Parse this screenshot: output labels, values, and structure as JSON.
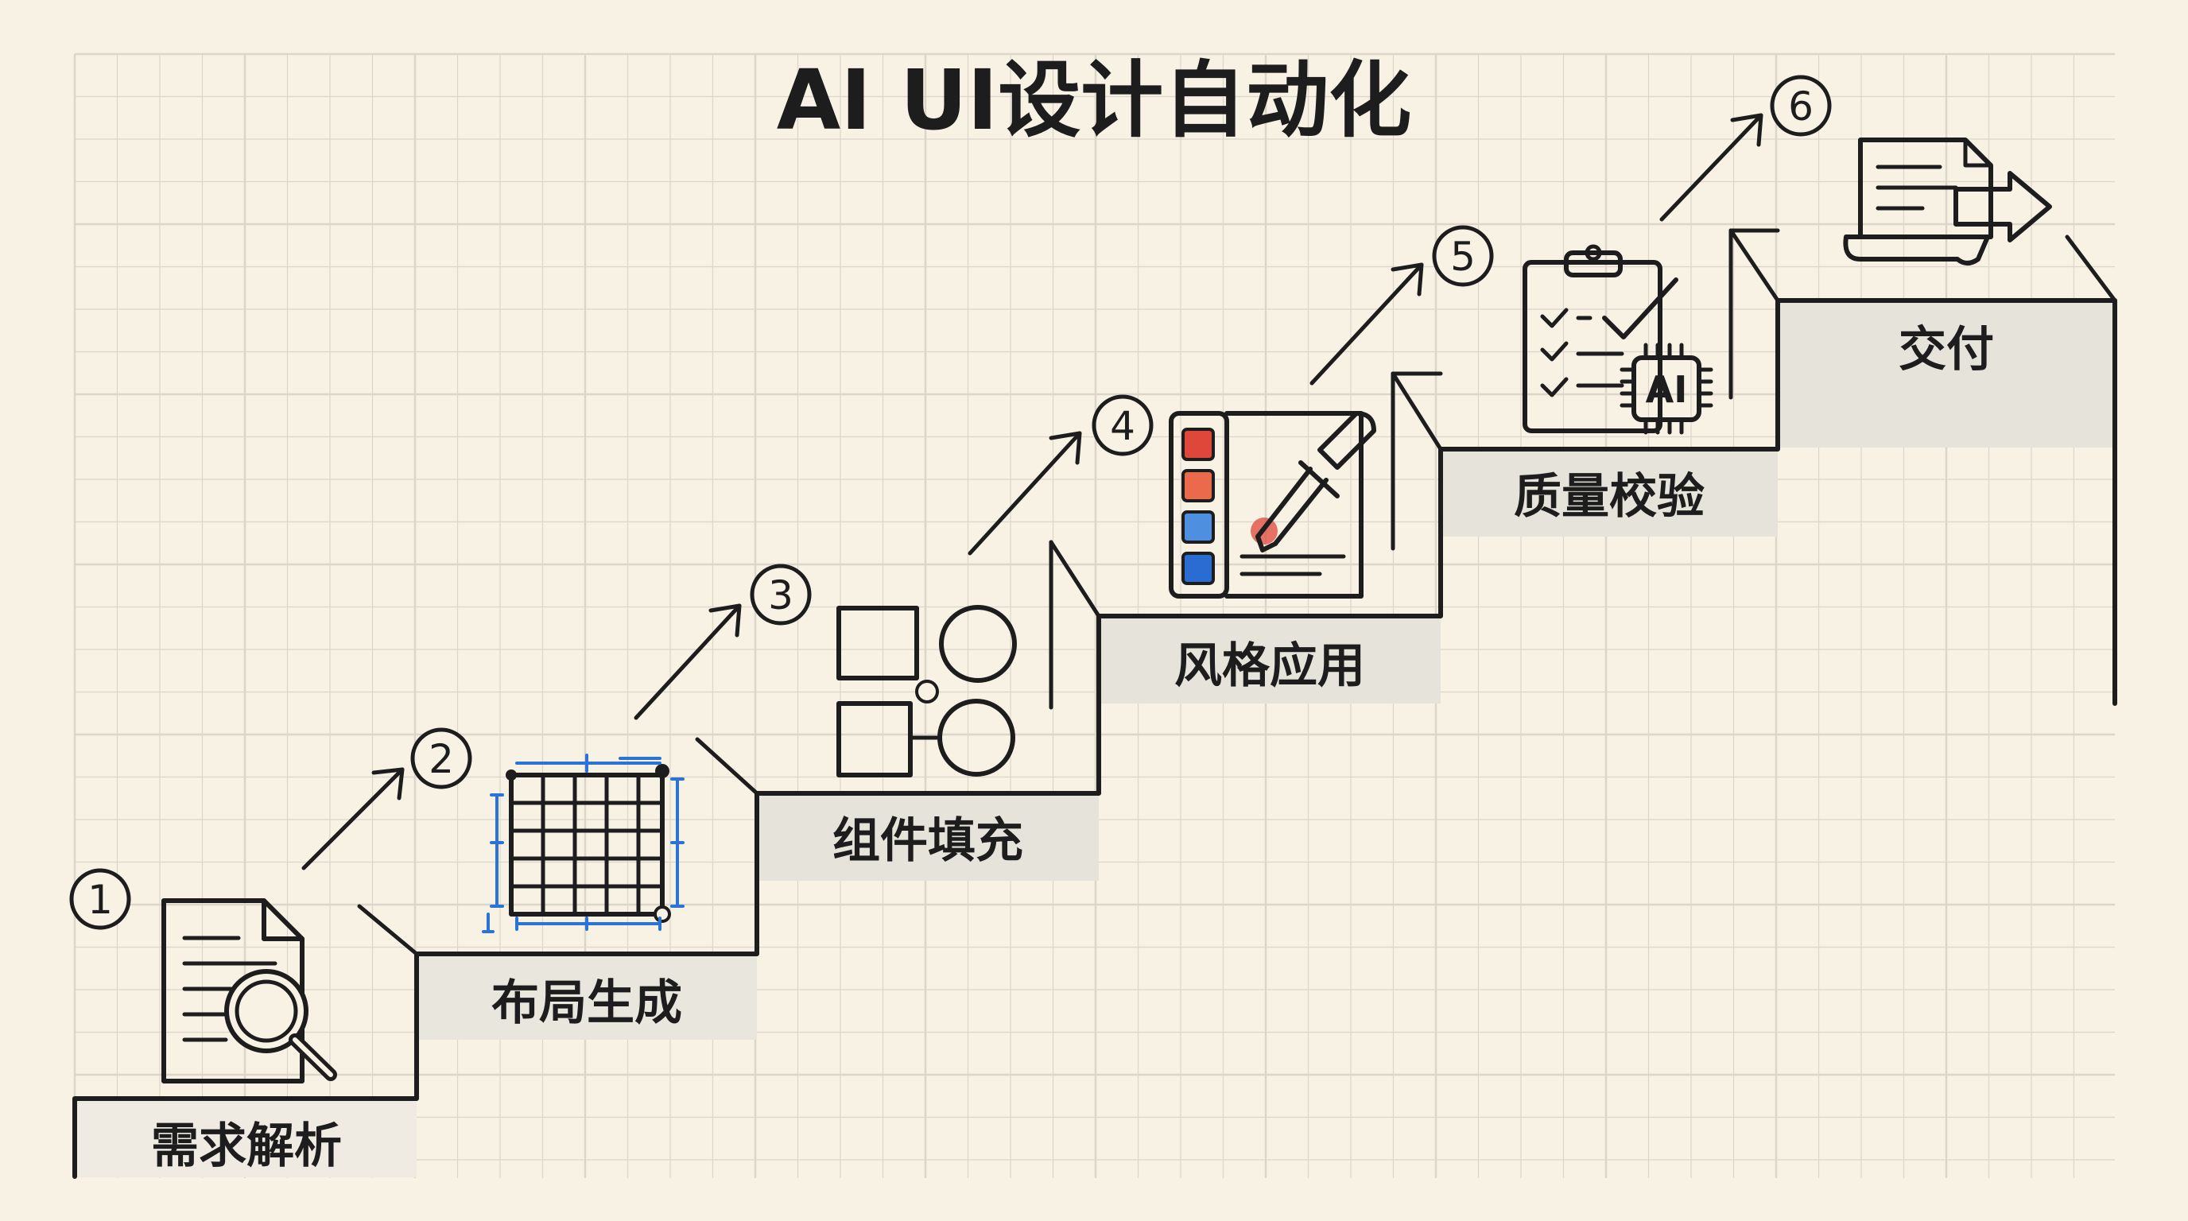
{
  "title": "AI UI设计自动化",
  "steps": [
    {
      "number": "1",
      "label": "需求解析",
      "icon": "document-magnifier-icon"
    },
    {
      "number": "2",
      "label": "布局生成",
      "icon": "layout-grid-icon"
    },
    {
      "number": "3",
      "label": "组件填充",
      "icon": "components-icon"
    },
    {
      "number": "4",
      "label": "风格应用",
      "icon": "color-palette-dropper-icon"
    },
    {
      "number": "5",
      "label": "质量校验",
      "icon": "ai-checklist-icon"
    },
    {
      "number": "6",
      "label": "交付",
      "icon": "export-document-icon"
    }
  ],
  "ai_chip_text": "AI",
  "colors": {
    "background": "#f8f2e5",
    "grid": "#dcd6ca",
    "ink": "#1d1d1d",
    "label_band": "#e6e3da",
    "accent_blue": "#2b73d6",
    "swatch_red": "#e0473b",
    "swatch_orange": "#ec6a4c",
    "swatch_blue_light": "#4f8fe0",
    "swatch_blue": "#2a6cd1"
  }
}
